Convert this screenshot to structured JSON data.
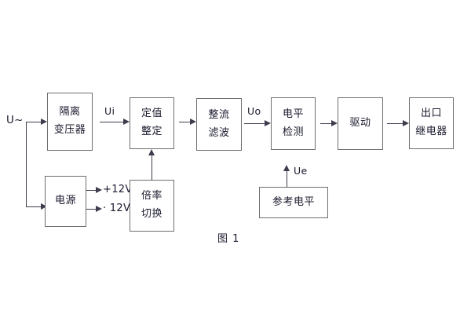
{
  "diagram": {
    "caption": "图 1",
    "background_color": "#ffffff",
    "box_border_color": "#6e6e6e",
    "line_color": "#3d3d4e",
    "text_color": "#1a1a2e",
    "blocks": [
      {
        "id": "isolation-transformer",
        "line1": "隔离",
        "line2": "变压器"
      },
      {
        "id": "setpoint-adjust",
        "line1": "定值",
        "line2": "整定"
      },
      {
        "id": "rectify-filter",
        "line1": "整流",
        "line2": "滤波"
      },
      {
        "id": "level-detect",
        "line1": "电平",
        "line2": "检测"
      },
      {
        "id": "drive",
        "line1": "驱动",
        "line2": ""
      },
      {
        "id": "output-relay",
        "line1": "出口",
        "line2": "继电器"
      },
      {
        "id": "power-supply",
        "line1": "电源",
        "line2": ""
      },
      {
        "id": "multiplier-switch",
        "line1": "倍率",
        "line2": "切换"
      },
      {
        "id": "reference-level",
        "line1": "参考电平",
        "line2": ""
      }
    ],
    "signal_labels": {
      "input_supply": "U~",
      "ui": "Ui",
      "uo": "Uo",
      "ue": "Ue",
      "rail_positive": "+12V",
      "rail_negative": "· 12V"
    }
  }
}
